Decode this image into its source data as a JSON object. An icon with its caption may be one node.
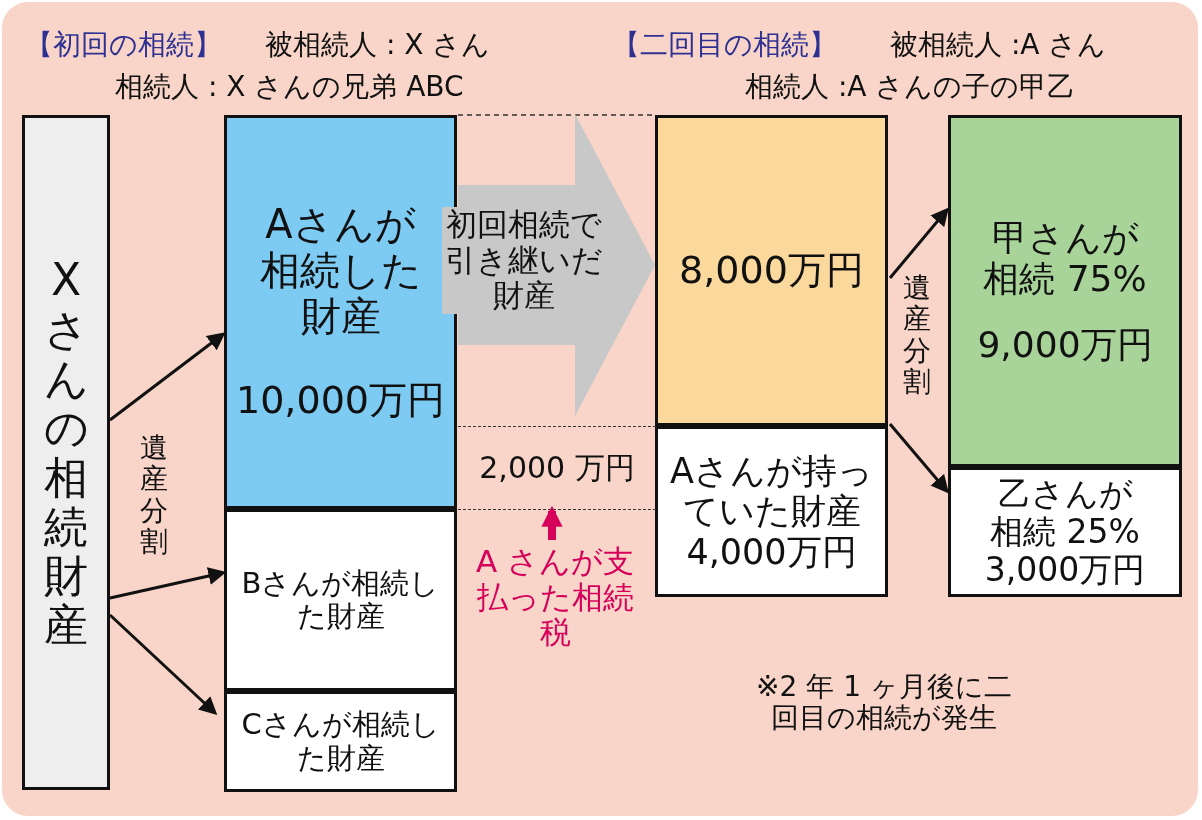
{
  "diagram": {
    "nodes": [
      {
        "text": [
          "Xさんの相続財産"
        ]
      },
      {
        "text": [
          "Aさんが相続した財産",
          "10,000万円"
        ]
      },
      {
        "text": [
          "Bさんが相続した財産"
        ]
      },
      {
        "text": [
          "Cさんが相続した財産"
        ]
      },
      {
        "text": [
          "8,000万円"
        ]
      },
      {
        "text": [
          "Aさんが持っていた財産",
          "4,000万円"
        ]
      },
      {
        "text": [
          "甲さんが相続 75%",
          "9,000万円"
        ]
      },
      {
        "text": [
          "乙さんが相続 25%",
          "3,000万円"
        ]
      },
      {
        "text": [
          "2,000 万円"
        ]
      },
      {
        "text": [
          "A さんが支払った相続税"
        ]
      }
    ],
    "edges": [
      {
        "from": 0,
        "to": 1,
        "arrow": "to"
      },
      {
        "from": 0,
        "to": 2,
        "arrow": "to"
      },
      {
        "from": 0,
        "to": 3,
        "arrow": "to"
      },
      {
        "from": 1,
        "to": 4,
        "arrow": "to",
        "label": "初回相続で引き継いだ財産",
        "style": "thick",
        "color": "#c8c8c8"
      },
      {
        "from": 4,
        "to": 6,
        "arrow": "to"
      },
      {
        "from": 4,
        "to": 7,
        "arrow": "to"
      },
      {
        "from": 9,
        "to": 8,
        "arrow": "to",
        "style": "thick",
        "color": "#d6005a"
      }
    ],
    "labels": [
      "【初回の相続】",
      "被相続人 : X さん",
      "相続人 : X さんの兄弟 ABC",
      "【二回目の相続】",
      "被相続人 :A さん",
      "相続人 :A さんの子の甲乙",
      "遺産分割",
      "遺産分割",
      "※2 年 1 ヶ月後に二回目の相続が発生"
    ]
  }
}
